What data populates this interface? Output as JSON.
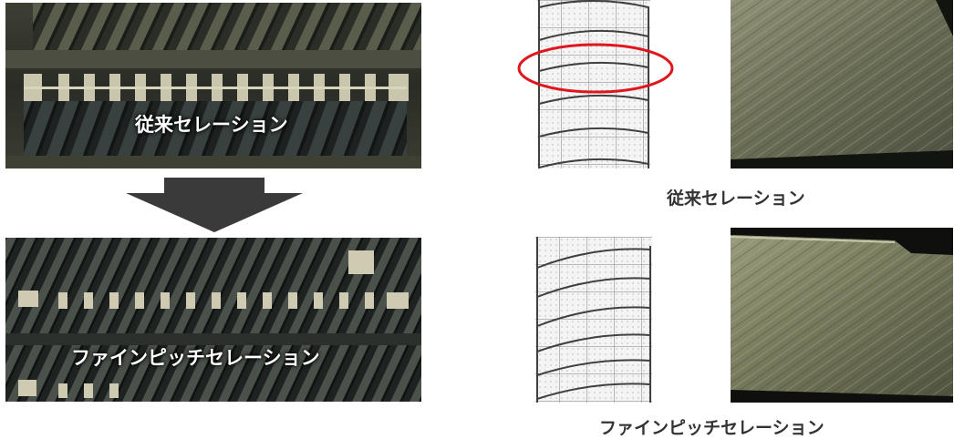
{
  "captions": {
    "conventional_overlay": "従来セレーション",
    "fine_pitch_overlay": "ファインピッチセレーション",
    "conventional_caption": "従来セレーション",
    "fine_pitch_caption": "ファインピッチセレーション"
  },
  "colors": {
    "highlight_ellipse": "#e0161e",
    "arrow": "#3a3a3a"
  }
}
